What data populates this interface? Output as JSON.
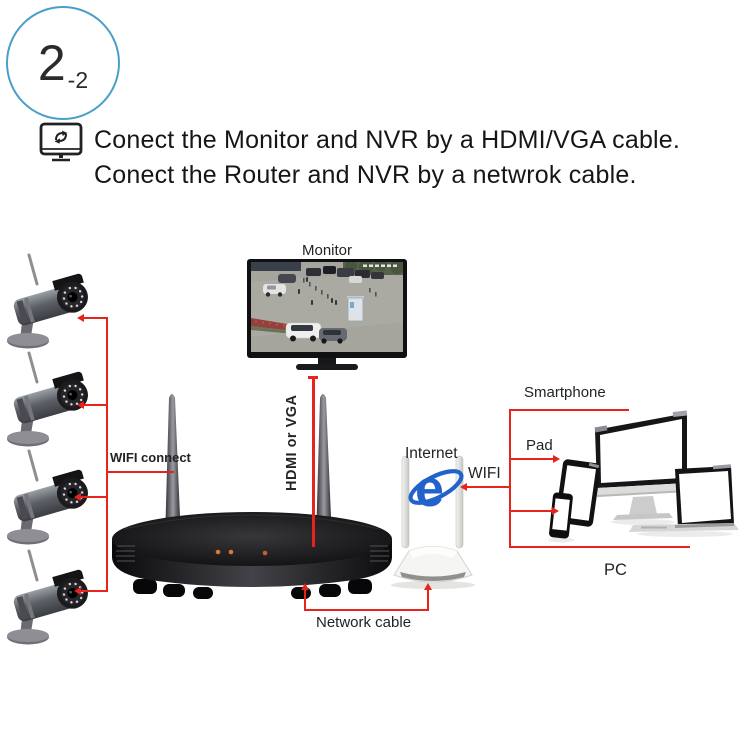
{
  "badge": {
    "step": "2",
    "substep": "-2"
  },
  "header": {
    "icon": "monitor-sync-icon",
    "line1": "Conect the Monitor and NVR by a HDMI/VGA cable.",
    "line2": "Conect the Router and NVR by a netwrok cable."
  },
  "diagram": {
    "camera_count": 4,
    "labels": {
      "monitor": "Monitor",
      "hdmi_or_vga": "HDMI or VGA",
      "wifi_connect": "WIFI connect",
      "internet": "Internet",
      "wifi": "WIFI",
      "smartphone": "Smartphone",
      "pad": "Pad",
      "pc": "PC",
      "network_cable": "Network cable"
    },
    "colors": {
      "connector_red": "#e6231d",
      "badge_ring_blue": "#4a9fc9",
      "ie_logo_blue": "#2263cb"
    }
  }
}
